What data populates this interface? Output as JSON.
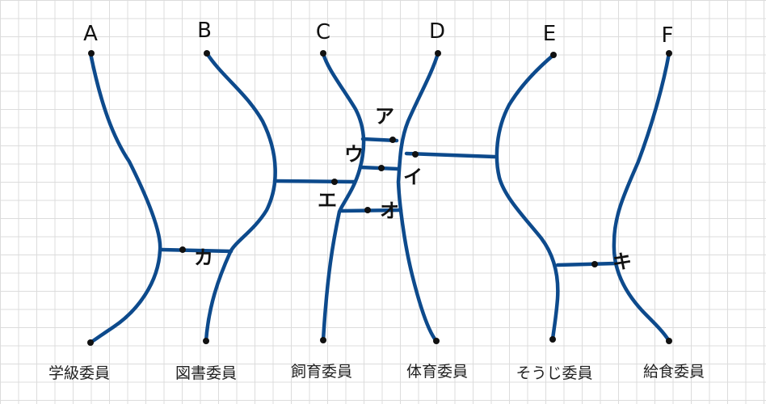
{
  "columns": [
    {
      "letter": "A",
      "bottom": "学級委員"
    },
    {
      "letter": "B",
      "bottom": "図書委員"
    },
    {
      "letter": "C",
      "bottom": "飼育委員"
    },
    {
      "letter": "D",
      "bottom": "体育委員"
    },
    {
      "letter": "E",
      "bottom": "そうじ委員"
    },
    {
      "letter": "F",
      "bottom": "給食委員"
    }
  ],
  "rungs": [
    {
      "label": "ア"
    },
    {
      "label": "イ"
    },
    {
      "label": "ウ"
    },
    {
      "label": "エ"
    },
    {
      "label": "オ"
    },
    {
      "label": "カ"
    },
    {
      "label": "キ"
    }
  ],
  "colors": {
    "line": "#0d4a8c",
    "dot": "#111111",
    "grid": "#dcdcdc"
  }
}
